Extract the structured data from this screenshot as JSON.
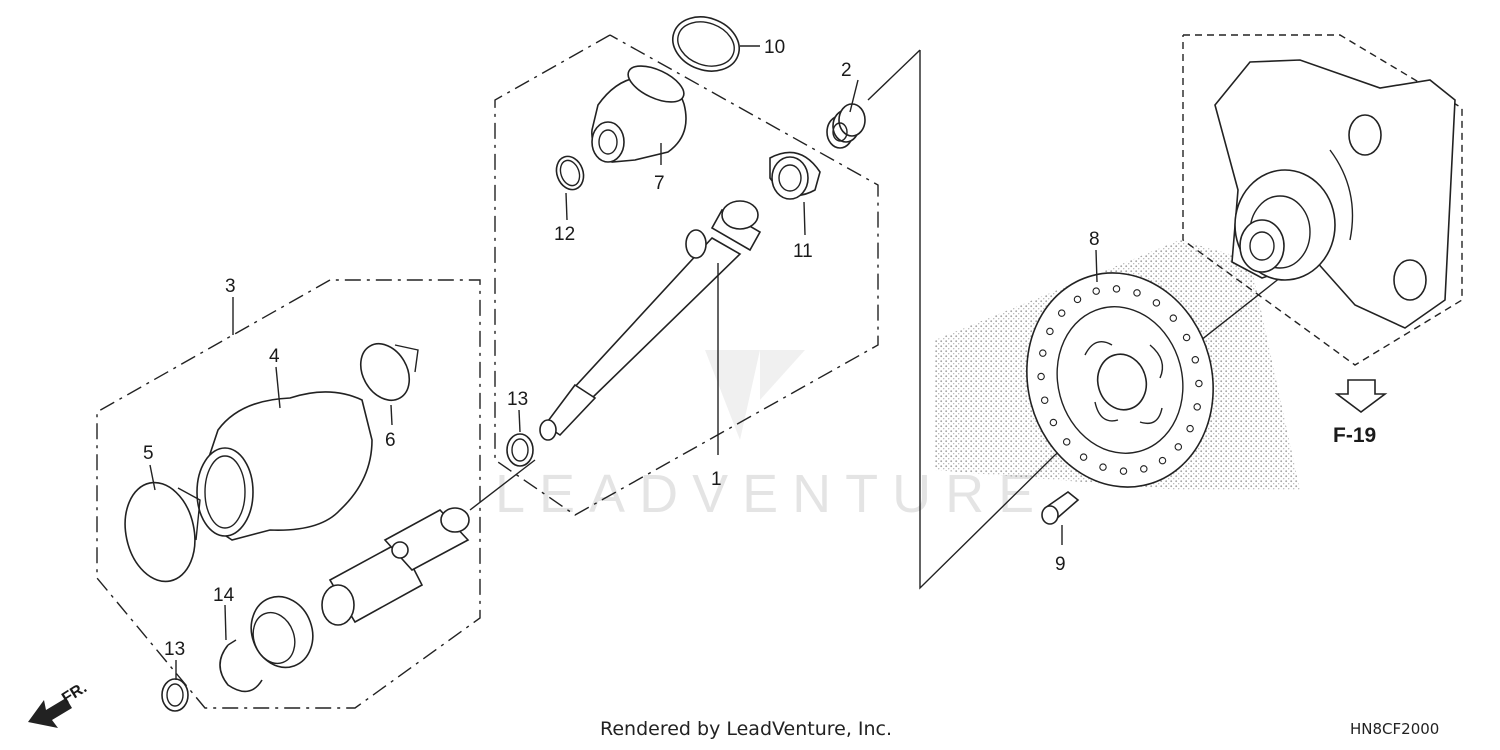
{
  "diagram": {
    "callouts": [
      "1",
      "2",
      "3",
      "4",
      "5",
      "6",
      "7",
      "8",
      "9",
      "10",
      "11",
      "12",
      "13",
      "13",
      "14"
    ],
    "page_reference": "F-19",
    "direction_label": "FR.",
    "watermark": "LEADVENTURE",
    "credit": "Rendered by LeadVenture, Inc.",
    "diagram_code": "HN8CF2000"
  }
}
